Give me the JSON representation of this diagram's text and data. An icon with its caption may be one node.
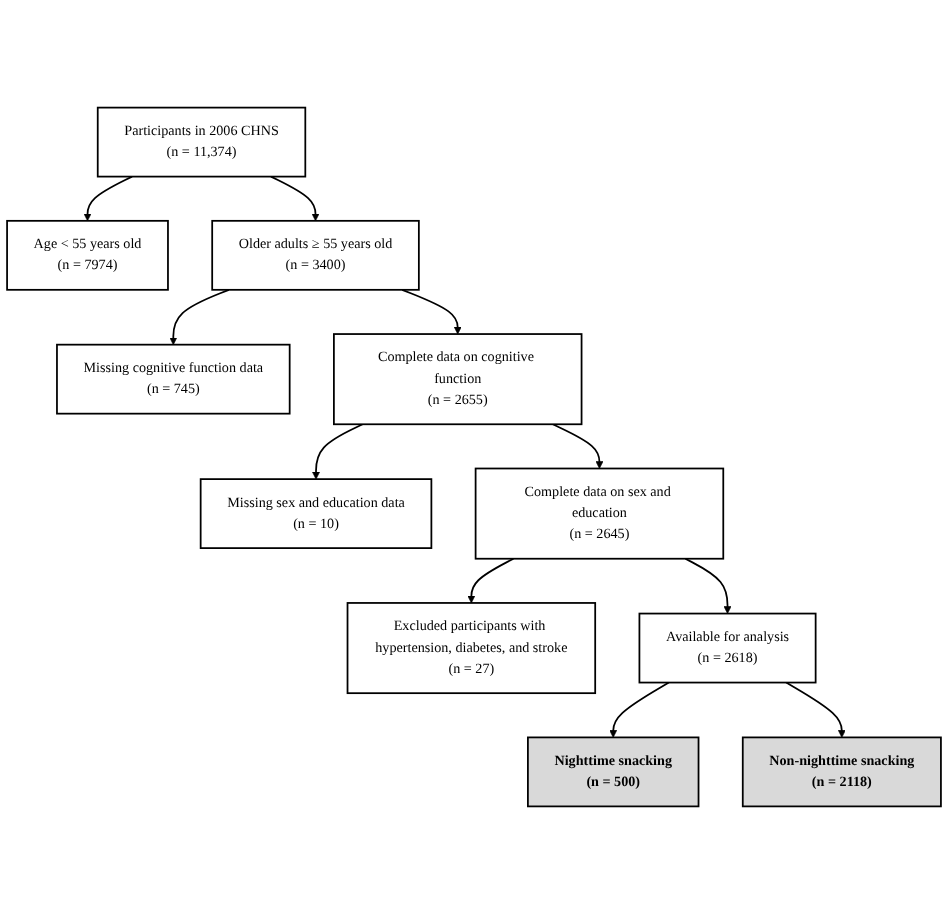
{
  "diagram": {
    "nodes": [
      {
        "text": [
          "Participants in 2006 CHNS",
          "(n = 11,374)"
        ]
      },
      {
        "text": [
          "Age < 55 years old",
          "(n = 7974)"
        ]
      },
      {
        "text": [
          "Older adults ≥ 55 years old",
          "(n = 3400)"
        ]
      },
      {
        "text": [
          "Missing cognitive function data",
          "(n = 745)"
        ]
      },
      {
        "text": [
          "Complete data on cognitive function",
          "(n = 2655)"
        ]
      },
      {
        "text": [
          "Missing sex and education data",
          "(n = 10)"
        ]
      },
      {
        "text": [
          "Complete data on sex and education",
          "(n = 2645)"
        ]
      },
      {
        "text": [
          "Excluded participants with hypertension, diabetes, and stroke",
          "(n = 27)"
        ]
      },
      {
        "text": [
          "Available for analysis",
          "(n = 2618)"
        ]
      },
      {
        "text": [
          "Nighttime snacking",
          "(n = 500)"
        ]
      },
      {
        "text": [
          "Non-nighttime snacking",
          "(n = 2118)"
        ]
      }
    ],
    "edges": [
      {
        "from": 0,
        "to": 2,
        "arrow": "to"
      },
      {
        "from": 0,
        "to": 1,
        "arrow": "to"
      },
      {
        "from": 2,
        "to": 4,
        "arrow": "to"
      },
      {
        "from": 2,
        "to": 3,
        "arrow": "to"
      },
      {
        "from": 4,
        "to": 6,
        "arrow": "to"
      },
      {
        "from": 4,
        "to": 5,
        "arrow": "to"
      },
      {
        "from": 6,
        "to": 8,
        "arrow": "to"
      },
      {
        "from": 6,
        "to": 7,
        "arrow": "to"
      },
      {
        "from": 8,
        "to": 9,
        "arrow": "to"
      },
      {
        "from": 8,
        "to": 10,
        "arrow": "to"
      }
    ]
  }
}
